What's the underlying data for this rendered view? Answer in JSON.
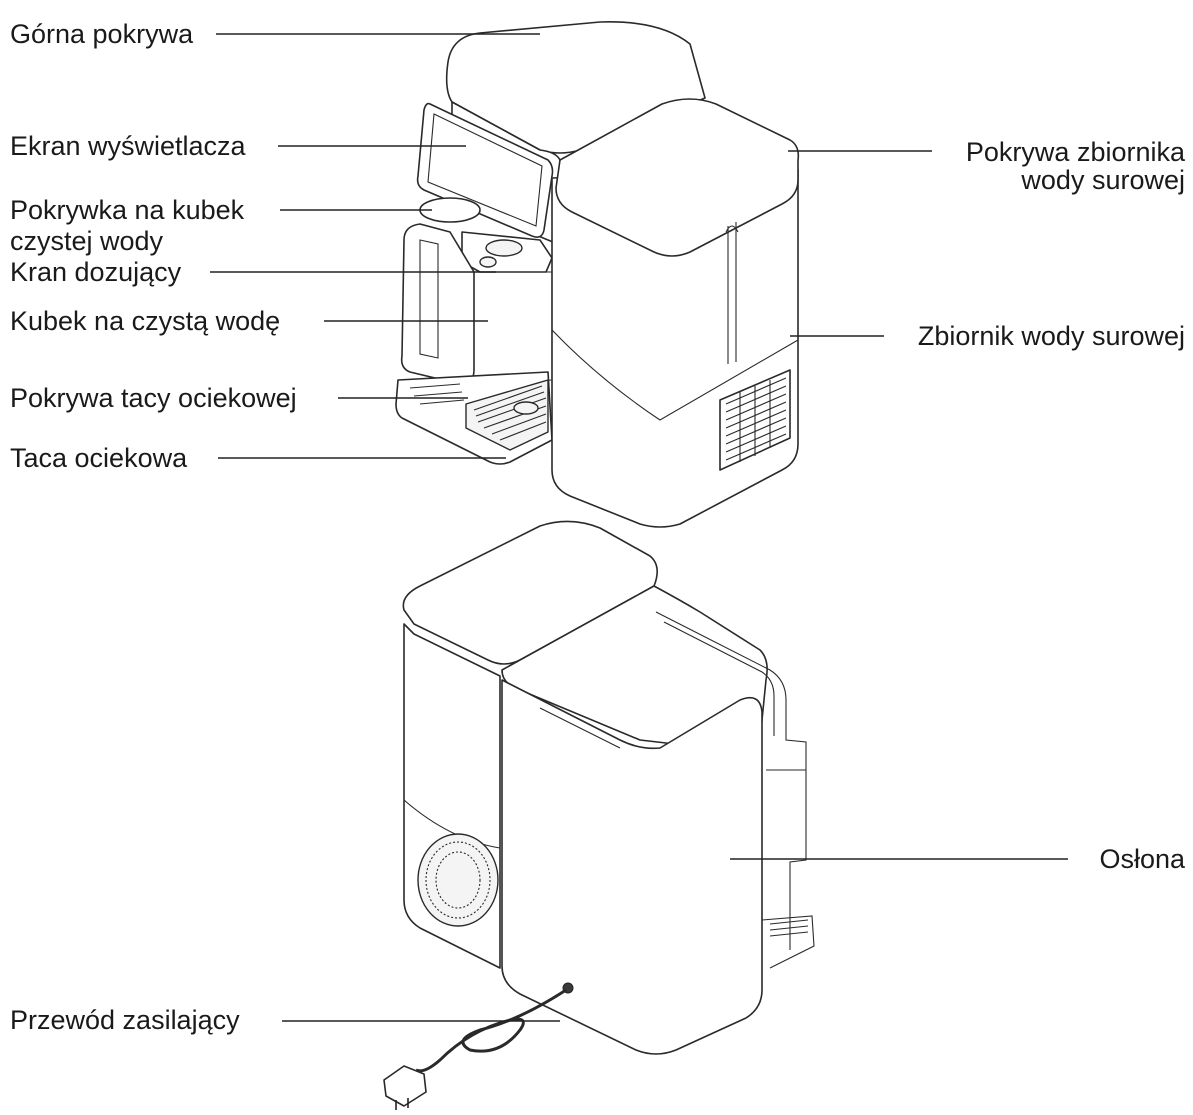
{
  "labels": {
    "top_cover": "Górna pokrywa",
    "display_screen": "Ekran wyświetlacza",
    "cup_lid_line1": "Pokrywka na kubek",
    "cup_lid_line2": "czystej wody",
    "dispensing_tap": "Kran dozujący",
    "clean_water_cup": "Kubek na czystą wodę",
    "drip_tray_cover": "Pokrywa tacy ociekowej",
    "drip_tray": "Taca ociekowa",
    "raw_tank_cover_line1": "Pokrywa zbiornika",
    "raw_tank_cover_line2": "wody surowej",
    "raw_water_tank": "Zbiornik wody surowej",
    "shield": "Osłona",
    "power_cord": "Przewód zasilający"
  }
}
